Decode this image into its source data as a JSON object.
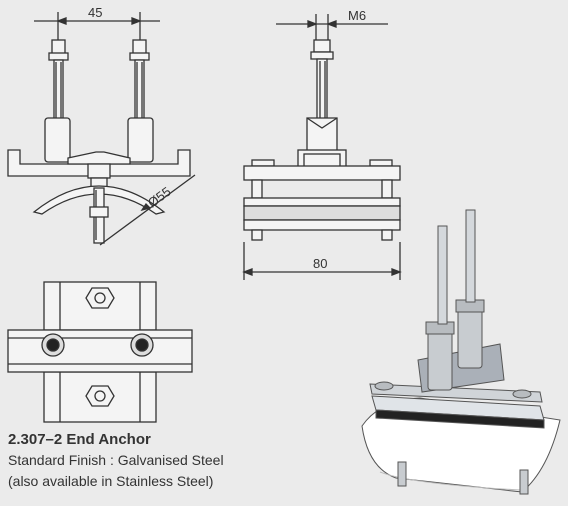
{
  "product": {
    "title": "2.307–2 End Anchor",
    "finish": "Standard Finish : Galvanised Steel",
    "alt_material": "(also available in Stainless Steel)"
  },
  "dimensions": {
    "width_front": "45",
    "thread": "M6",
    "pipe_diameter": "Ø55",
    "width_side": "80"
  },
  "colors": {
    "line": "#333333",
    "background": "#ebebeb",
    "rubber": "#222222",
    "pipe": "#f4f4f4",
    "metal": "#c8ccd0"
  }
}
